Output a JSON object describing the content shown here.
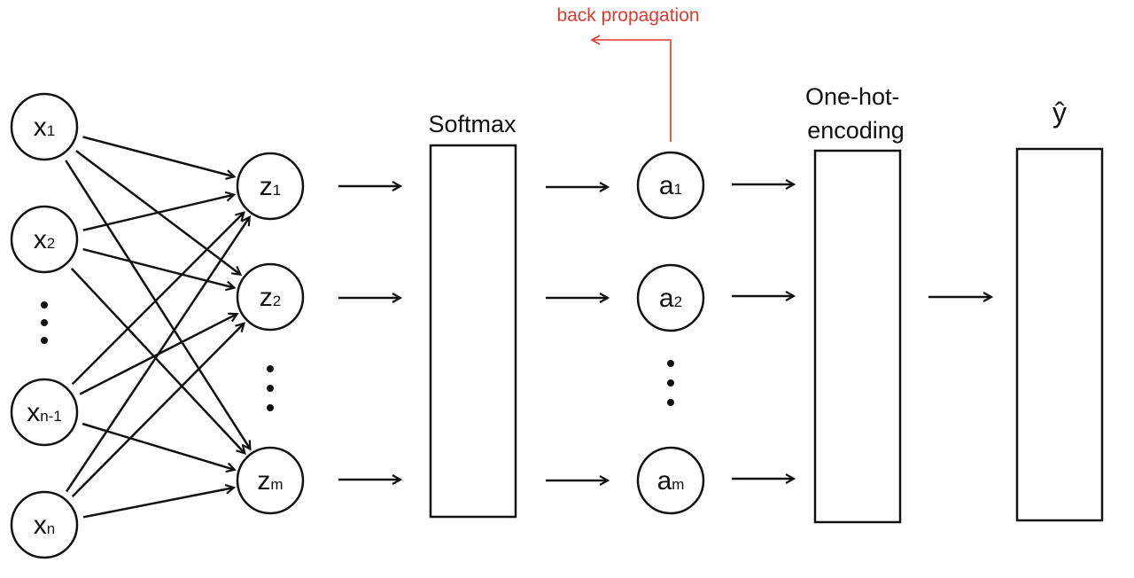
{
  "colors": {
    "ink": "#111111",
    "backprop": "#e0392b",
    "background": "#ffffff"
  },
  "inputs": [
    {
      "base": "x",
      "sub": "1"
    },
    {
      "base": "x",
      "sub": "2"
    },
    {
      "base": "x",
      "sub": "n-1"
    },
    {
      "base": "x",
      "sub": "n"
    }
  ],
  "hidden": [
    {
      "base": "z",
      "sub": "1"
    },
    {
      "base": "z",
      "sub": "2"
    },
    {
      "base": "z",
      "sub": "m"
    }
  ],
  "activations": [
    {
      "base": "a",
      "sub": "1"
    },
    {
      "base": "a",
      "sub": "2"
    },
    {
      "base": "a",
      "sub": "m"
    }
  ],
  "softmax_label": "Softmax",
  "onehot_label_lines": [
    "One-hot-",
    "encoding"
  ],
  "output_label": "ŷ",
  "backprop_label": "back propagation"
}
